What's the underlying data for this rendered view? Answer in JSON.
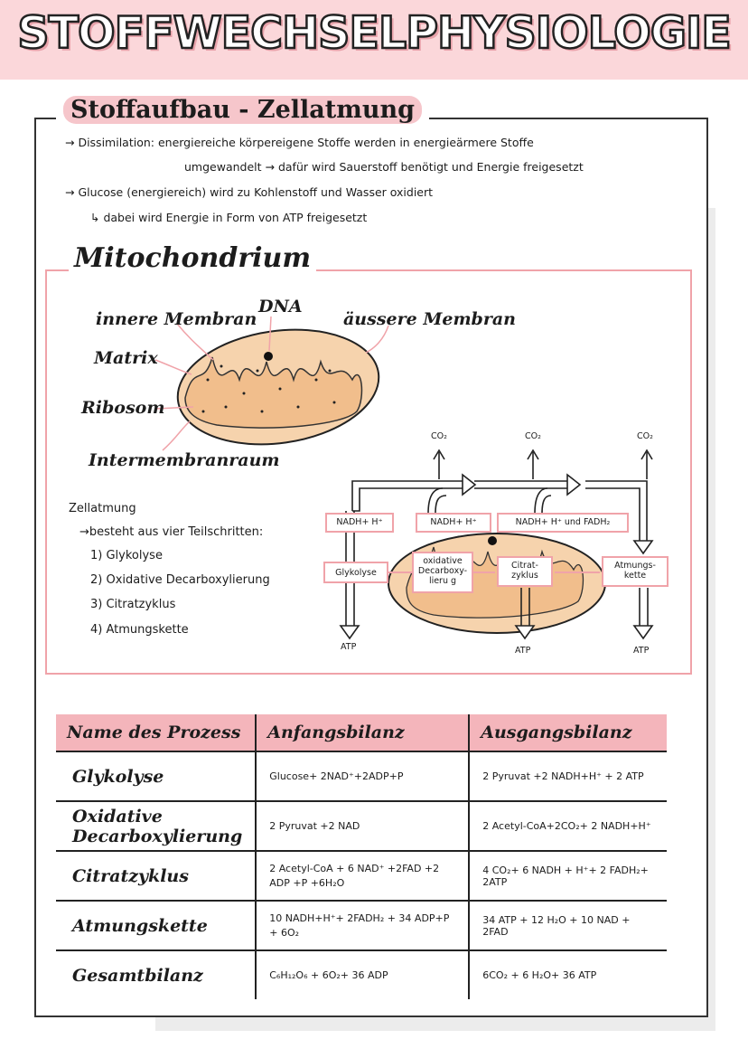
{
  "header": {
    "title": "STOFFWECHSELPHYSIOLOGIE"
  },
  "section": {
    "title": "Stoffaufbau - Zellatmung",
    "notes": [
      "→ Dissimilation: energiereiche körpereigene Stoffe werden in energieärmere Stoffe",
      "umgewandelt → dafür wird Sauerstoff benötigt und Energie freigesetzt",
      "→ Glucose (energiereich) wird zu Kohlenstoff und Wasser oxidiert",
      "↳ dabei wird Energie in Form von ATP freigesetzt"
    ]
  },
  "mitochondrium": {
    "title": "Mitochondrium",
    "labels": {
      "inner": "innere Membran",
      "dna": "DNA",
      "outer": "äussere Membran",
      "matrix": "Matrix",
      "ribosome": "Ribosom",
      "intermembrane": "Intermembranraum"
    },
    "zellatmung": {
      "title": "Zellatmung",
      "intro": "→besteht aus vier Teilschritten:",
      "steps": [
        "1) Glykolyse",
        "2) Oxidative Decarboxylierung",
        "3) Citratzyklus",
        "4) Atmungskette"
      ]
    },
    "diagram": {
      "co2": [
        "CO₂",
        "CO₂",
        "CO₂"
      ],
      "atp": [
        "ATP",
        "ATP",
        "ATP"
      ],
      "nadh1": "NADH+ H⁺",
      "nadh2": "NADH+ H⁺",
      "nadh3": "NADH+ H⁺ und FADH₂",
      "glykolyse": "Glykolyse",
      "oxdec": "oxidative Decarboxy-lieru g",
      "citrat": "Citrat-zyklus",
      "atmung": "Atmungs-kette"
    }
  },
  "table": {
    "headers": [
      "Name des Prozess",
      "Anfangsbilanz",
      "Ausgangsbilanz"
    ],
    "rows": [
      {
        "name": "Glykolyse",
        "start": "Glucose+ 2NAD⁺+2ADP+P",
        "end": "2 Pyruvat +2 NADH+H⁺ + 2 ATP"
      },
      {
        "name": "Oxidative Decarboxylierung",
        "start": "2 Pyruvat +2 NAD",
        "end": "2 Acetyl-CoA+2CO₂+ 2 NADH+H⁺"
      },
      {
        "name": "Citratzyklus",
        "start": "2 Acetyl-CoA + 6 NAD⁺ +2FAD +2 ADP +P +6H₂O",
        "end": "4 CO₂+ 6 NADH + H⁺+ 2 FADH₂+ 2ATP"
      },
      {
        "name": "Atmungskette",
        "start": "10 NADH+H⁺+ 2FADH₂ + 34 ADP+P + 6O₂",
        "end": "34 ATP + 12 H₂O + 10 NAD + 2FAD"
      },
      {
        "name": "Gesamtbilanz",
        "start": "C₆H₁₂O₆ + 6O₂+ 36 ADP",
        "end": "6CO₂ + 6 H₂O+ 36 ATP"
      }
    ]
  }
}
